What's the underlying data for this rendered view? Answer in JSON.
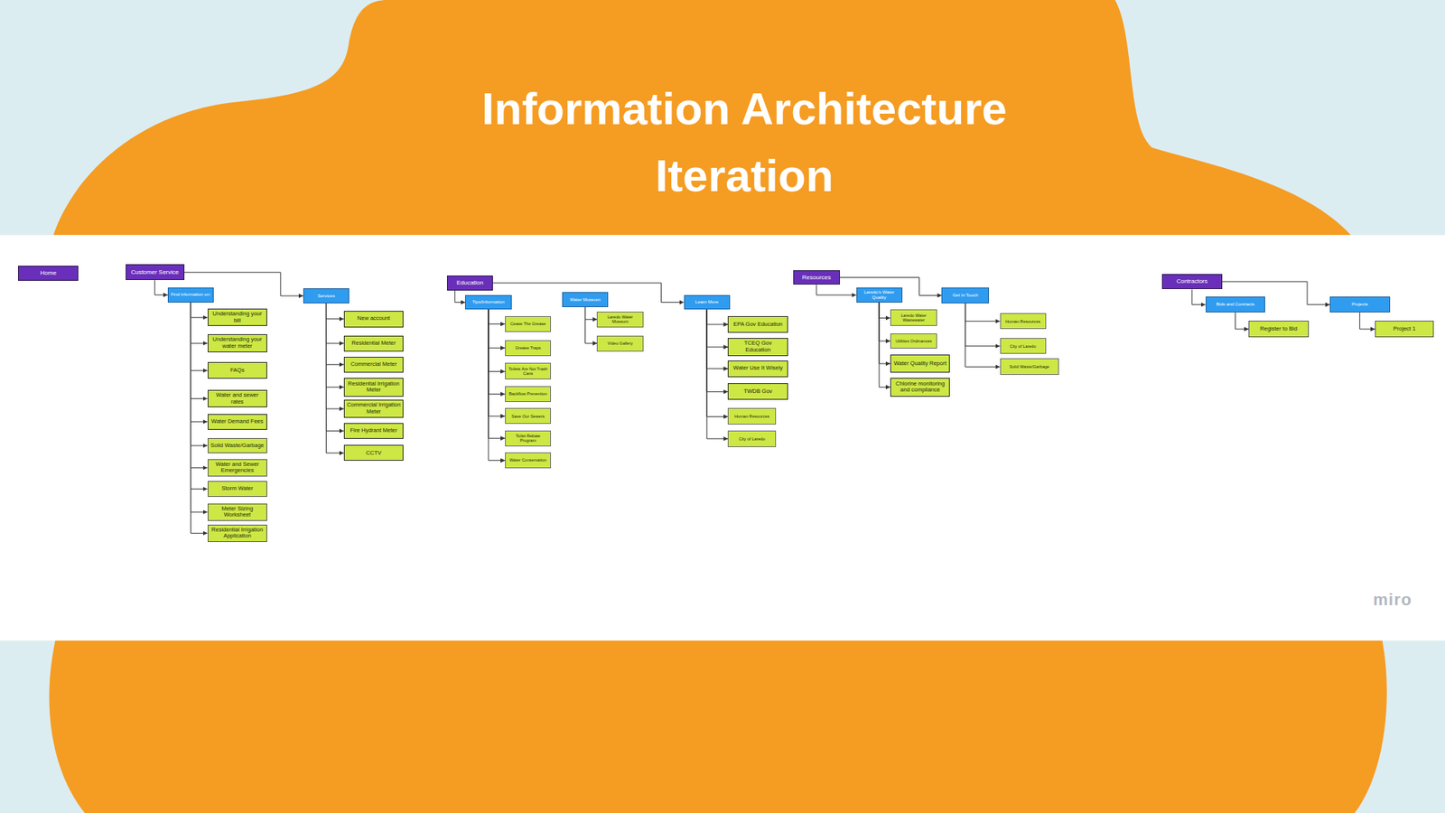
{
  "diagram": {
    "title": "Information Architecture Iteration",
    "nodes": [
      {
        "text": [
          "Home"
        ]
      },
      {
        "text": [
          "Customer Service"
        ]
      },
      {
        "text": [
          "Find information on:"
        ]
      },
      {
        "text": [
          "Understanding your bill"
        ]
      },
      {
        "text": [
          "Understanding your water meter"
        ]
      },
      {
        "text": [
          "FAQs"
        ]
      },
      {
        "text": [
          "Water and sewer rates"
        ]
      },
      {
        "text": [
          "Water Demand Fees"
        ]
      },
      {
        "text": [
          "Solid Waste/Garbage"
        ]
      },
      {
        "text": [
          "Water and Sewer Emergencies"
        ]
      },
      {
        "text": [
          "Storm Water"
        ]
      },
      {
        "text": [
          "Meter Sizing Worksheet"
        ]
      },
      {
        "text": [
          "Residential Irrigation Application"
        ]
      },
      {
        "text": [
          "Services"
        ]
      },
      {
        "text": [
          "New account"
        ]
      },
      {
        "text": [
          "Residential Meter"
        ]
      },
      {
        "text": [
          "Commercial Meter"
        ]
      },
      {
        "text": [
          "Residential Irrigation Meter"
        ]
      },
      {
        "text": [
          "Commercial Irrigation Meter"
        ]
      },
      {
        "text": [
          "Fire Hydrant Meter"
        ]
      },
      {
        "text": [
          "CCTV"
        ]
      },
      {
        "text": [
          "Education"
        ]
      },
      {
        "text": [
          "Tips/Information"
        ]
      },
      {
        "text": [
          "Cease The Grease"
        ]
      },
      {
        "text": [
          "Grease Traps"
        ]
      },
      {
        "text": [
          "Toilets Are Not Trash Cans"
        ]
      },
      {
        "text": [
          "Backflow Prevention"
        ]
      },
      {
        "text": [
          "Save Our Sewers"
        ]
      },
      {
        "text": [
          "Toilet Rebate Program"
        ]
      },
      {
        "text": [
          "Water Conservation"
        ]
      },
      {
        "text": [
          "Water Museum"
        ]
      },
      {
        "text": [
          "Laredo Water Museum"
        ]
      },
      {
        "text": [
          "Video Gallery"
        ]
      },
      {
        "text": [
          "Learn More"
        ]
      },
      {
        "text": [
          "EPA Gov Education"
        ]
      },
      {
        "text": [
          "TCEQ Gov Education"
        ]
      },
      {
        "text": [
          "Water Use It Wisely"
        ]
      },
      {
        "text": [
          "TWDB Gov"
        ]
      },
      {
        "text": [
          "Human Resources"
        ]
      },
      {
        "text": [
          "City of Laredo"
        ]
      },
      {
        "text": [
          "Resources"
        ]
      },
      {
        "text": [
          "Laredo's Water Quality"
        ]
      },
      {
        "text": [
          "Laredo Water Wastewater"
        ]
      },
      {
        "text": [
          "Utilities Ordinances"
        ]
      },
      {
        "text": [
          "Water Quality Report"
        ]
      },
      {
        "text": [
          "Chlorine monitoring and compliance"
        ]
      },
      {
        "text": [
          "Get In Touch"
        ]
      },
      {
        "text": [
          "Human Resources"
        ]
      },
      {
        "text": [
          "City of Laredo"
        ]
      },
      {
        "text": [
          "Solid Waste/Garbage"
        ]
      },
      {
        "text": [
          "Contractors"
        ]
      },
      {
        "text": [
          "Bids and Contracts"
        ]
      },
      {
        "text": [
          "Register to Bid"
        ]
      },
      {
        "text": [
          "Projects"
        ]
      },
      {
        "text": [
          "Project 1"
        ]
      }
    ],
    "edges": [
      {
        "from": 1,
        "to": 2,
        "arrow": "to"
      },
      {
        "from": 1,
        "to": 13,
        "arrow": "to"
      },
      {
        "from": 2,
        "to": 3,
        "arrow": "to"
      },
      {
        "from": 2,
        "to": 4,
        "arrow": "to"
      },
      {
        "from": 2,
        "to": 5,
        "arrow": "to"
      },
      {
        "from": 2,
        "to": 6,
        "arrow": "to"
      },
      {
        "from": 2,
        "to": 7,
        "arrow": "to"
      },
      {
        "from": 2,
        "to": 8,
        "arrow": "to"
      },
      {
        "from": 2,
        "to": 9,
        "arrow": "to"
      },
      {
        "from": 2,
        "to": 10,
        "arrow": "to"
      },
      {
        "from": 2,
        "to": 11,
        "arrow": "to"
      },
      {
        "from": 2,
        "to": 12,
        "arrow": "to"
      },
      {
        "from": 13,
        "to": 14,
        "arrow": "to"
      },
      {
        "from": 13,
        "to": 15,
        "arrow": "to"
      },
      {
        "from": 13,
        "to": 16,
        "arrow": "to"
      },
      {
        "from": 13,
        "to": 17,
        "arrow": "to"
      },
      {
        "from": 13,
        "to": 18,
        "arrow": "to"
      },
      {
        "from": 13,
        "to": 19,
        "arrow": "to"
      },
      {
        "from": 13,
        "to": 20,
        "arrow": "to"
      },
      {
        "from": 21,
        "to": 22,
        "arrow": "to"
      },
      {
        "from": 21,
        "to": 33,
        "arrow": "to"
      },
      {
        "from": 22,
        "to": 23,
        "arrow": "to"
      },
      {
        "from": 22,
        "to": 24,
        "arrow": "to"
      },
      {
        "from": 22,
        "to": 25,
        "arrow": "to"
      },
      {
        "from": 22,
        "to": 26,
        "arrow": "to"
      },
      {
        "from": 22,
        "to": 27,
        "arrow": "to"
      },
      {
        "from": 22,
        "to": 28,
        "arrow": "to"
      },
      {
        "from": 22,
        "to": 29,
        "arrow": "to"
      },
      {
        "from": 30,
        "to": 31,
        "arrow": "to"
      },
      {
        "from": 30,
        "to": 32,
        "arrow": "to"
      },
      {
        "from": 33,
        "to": 34,
        "arrow": "to"
      },
      {
        "from": 33,
        "to": 35,
        "arrow": "to"
      },
      {
        "from": 33,
        "to": 36,
        "arrow": "to"
      },
      {
        "from": 33,
        "to": 37,
        "arrow": "to"
      },
      {
        "from": 33,
        "to": 38,
        "arrow": "to"
      },
      {
        "from": 33,
        "to": 39,
        "arrow": "to"
      },
      {
        "from": 40,
        "to": 41,
        "arrow": "to"
      },
      {
        "from": 40,
        "to": 46,
        "arrow": "to"
      },
      {
        "from": 41,
        "to": 42,
        "arrow": "to"
      },
      {
        "from": 41,
        "to": 43,
        "arrow": "to"
      },
      {
        "from": 41,
        "to": 44,
        "arrow": "to"
      },
      {
        "from": 41,
        "to": 45,
        "arrow": "to"
      },
      {
        "from": 46,
        "to": 47,
        "arrow": "to"
      },
      {
        "from": 46,
        "to": 48,
        "arrow": "to"
      },
      {
        "from": 46,
        "to": 49,
        "arrow": "to"
      },
      {
        "from": 50,
        "to": 51,
        "arrow": "to"
      },
      {
        "from": 50,
        "to": 53,
        "arrow": "to"
      },
      {
        "from": 51,
        "to": 52,
        "arrow": "to"
      },
      {
        "from": 53,
        "to": 54,
        "arrow": "to"
      }
    ],
    "labels": [
      "miro"
    ]
  }
}
